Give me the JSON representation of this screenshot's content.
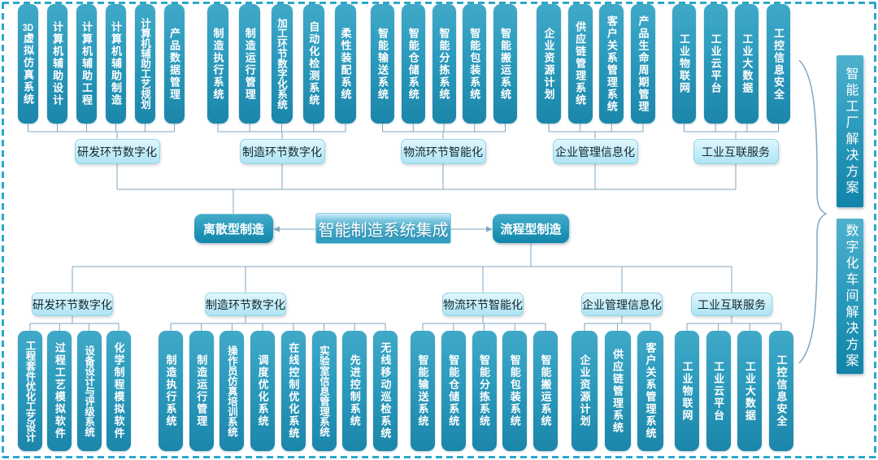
{
  "center_node": {
    "label": "智能制造系统集成"
  },
  "left_node": {
    "label": "离散型制造"
  },
  "right_node": {
    "label": "流程型制造"
  },
  "solutions": [
    {
      "label": "智能工厂解决方案"
    },
    {
      "label": "数字化车间解决方案"
    }
  ],
  "top_groups": [
    {
      "category": "研发环节数字化",
      "items": [
        "3D虚拟仿真系统",
        "计算机辅助设计",
        "计算机辅助工程",
        "计算机辅助制造",
        "计算机辅助工艺规划",
        "产品数据管理"
      ]
    },
    {
      "category": "制造环节数字化",
      "items": [
        "制造执行系统",
        "制造运行管理",
        "加工环节数字化系统",
        "自动化检测系统",
        "柔性装配系统"
      ]
    },
    {
      "category": "物流环节智能化",
      "items": [
        "智能输送系统",
        "智能仓储系统",
        "智能分拣系统",
        "智能包装系统",
        "智能搬运系统"
      ]
    },
    {
      "category": "企业管理信息化",
      "items": [
        "企业资源计划",
        "供应链管理系统",
        "客户关系管理系统",
        "产品生命周期管理"
      ]
    },
    {
      "category": "工业互联服务",
      "items": [
        "工业物联网",
        "工业云平台",
        "工业大数据",
        "工控信息安全"
      ]
    }
  ],
  "bottom_groups": [
    {
      "category": "研发环节数字化",
      "items": [
        "工程套件优化工艺设计",
        "过程工艺模拟软件",
        "设备设计与评级系统",
        "化学制程模拟软件"
      ]
    },
    {
      "category": "制造环节数字化",
      "items": [
        "制造执行系统",
        "制造运行管理",
        "操作员仿真培训系统",
        "调度优化系统",
        "在线控制优化系统",
        "实验室信息管理系统",
        "先进控制系统",
        "无线移动巡检系统"
      ]
    },
    {
      "category": "物流环节智能化",
      "items": [
        "智能输送系统",
        "智能仓储系统",
        "智能分拣系统",
        "智能包装系统",
        "智能搬运系统"
      ]
    },
    {
      "category": "企业管理信息化",
      "items": [
        "企业资源计划",
        "供应链管理系统",
        "客户关系管理系统"
      ]
    },
    {
      "category": "工业互联服务",
      "items": [
        "工业物联网",
        "工业云平台",
        "工业大数据",
        "工控信息安全"
      ]
    }
  ],
  "colors": {
    "pill_teal": "#2d9cbe",
    "category_light": "#c3ecf8",
    "connector_line": "#7fa6c2",
    "dashed_border": "#2aa9c9"
  }
}
